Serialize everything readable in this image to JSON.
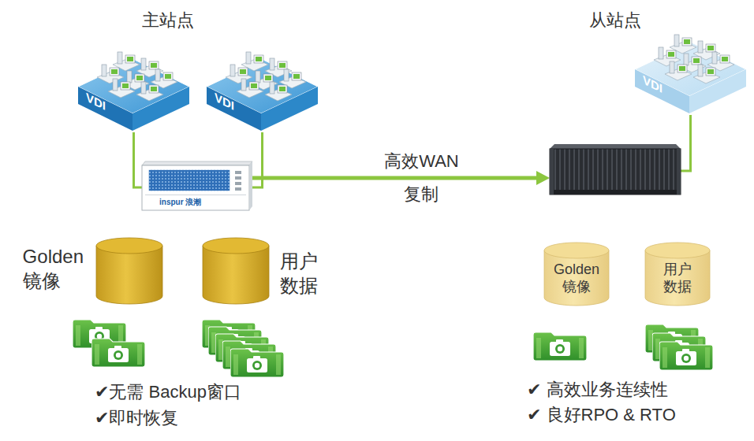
{
  "diagram": {
    "nodes": [
      {
        "text": [
          "VDI"
        ]
      },
      {
        "text": [
          "VDI"
        ]
      },
      {
        "text": [
          "inspur 浪潮"
        ]
      },
      {
        "text": [
          "VDI"
        ]
      },
      {
        "text": []
      },
      {
        "text": [
          "Golden 镜像"
        ]
      },
      {
        "text": [
          "用户 数据"
        ]
      },
      {
        "text": [
          "Golden 镜像"
        ]
      },
      {
        "text": [
          "用户 数据"
        ]
      }
    ],
    "edges": [
      {
        "from": 0,
        "to": 2,
        "arrow": "none"
      },
      {
        "from": 1,
        "to": 2,
        "arrow": "none"
      },
      {
        "from": 2,
        "to": 4,
        "label": "高效WAN 复制",
        "arrow": "to"
      },
      {
        "from": 3,
        "to": 4,
        "arrow": "none"
      }
    ],
    "labels": [
      "主站点",
      "从站点",
      "✔无需 Backup窗口",
      "✔即时恢复",
      "✔ 高效业务连续性",
      "✔ 良好RPO & RTO"
    ]
  }
}
